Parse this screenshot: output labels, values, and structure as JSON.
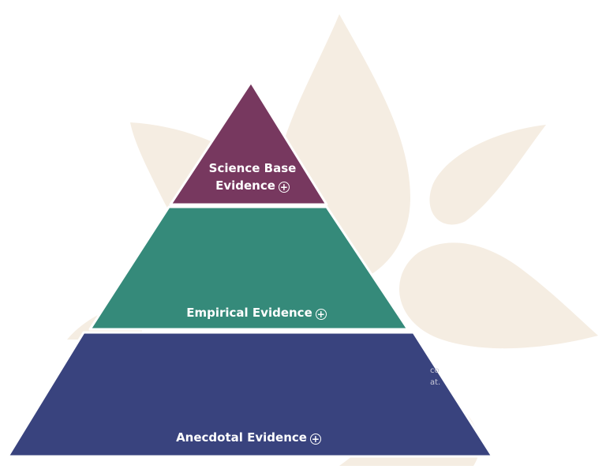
{
  "colors": {
    "background_petals": "#f5ede2",
    "top": "#77385f",
    "middle": "#358a7a",
    "bottom": "#39437e"
  },
  "pyramid": {
    "levels": [
      {
        "line1": "Science Base",
        "line2": "Evidence",
        "icon": "plus-circle-icon"
      },
      {
        "label": "Empirical Evidence",
        "icon": "plus-circle-icon"
      },
      {
        "label": "Anecdotal Evidence",
        "icon": "plus-circle-icon"
      }
    ]
  },
  "hidden_text": {
    "line1": "co",
    "line2": "at."
  }
}
